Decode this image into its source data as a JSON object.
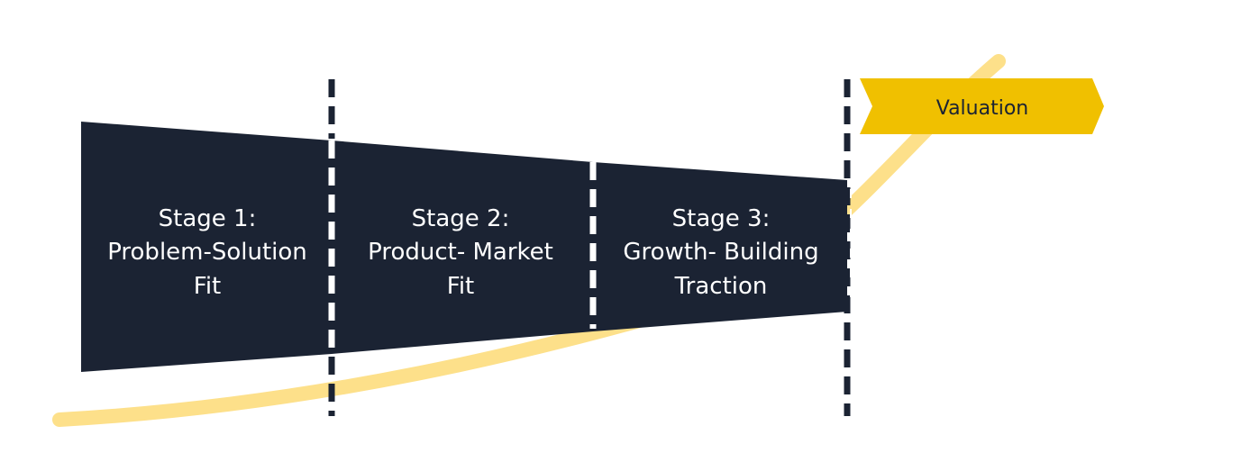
{
  "colors": {
    "stage_fill": "#1b2333",
    "curve": "#fde08a",
    "valuation_tag": "#f0c000",
    "divider_white": "#ffffff",
    "divider_dark": "#1b2333"
  },
  "stages": [
    {
      "line1": "Stage 1:",
      "line2": "Problem-Solution",
      "line3": "Fit"
    },
    {
      "line1": "Stage 2:",
      "line2": "Product- Market",
      "line3": "Fit"
    },
    {
      "line1": "Stage 3:",
      "line2": "Growth- Building",
      "line3": "Traction"
    }
  ],
  "valuation": {
    "label": "Valuation"
  }
}
